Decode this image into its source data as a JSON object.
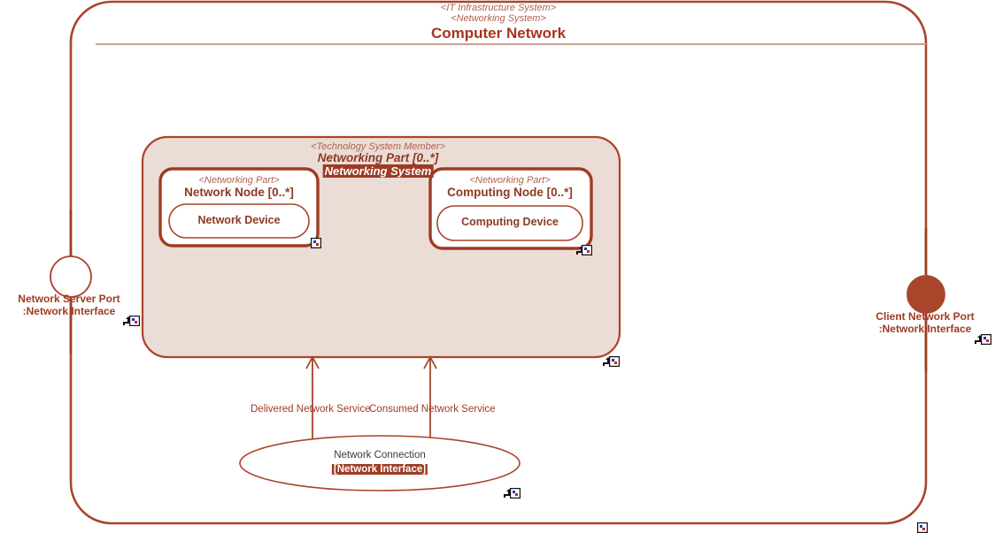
{
  "diagram": {
    "type": "sysml-internal-block-diagram",
    "palette": {
      "border_dark": "#9E3B22",
      "border_mid": "#A8452A",
      "fill_compartment": "#EBDCD6",
      "fill_white": "#FFFFFF",
      "text_red": "#9E3B22",
      "text_stereotype": "#B0634E",
      "highlight_bg": "#9E3B22",
      "highlight_fg": "#FFFFFF",
      "divider": "#C8A295",
      "ellipse_text": "#3B3B3B",
      "icon_blue": "#2233CC",
      "icon_red": "#CC2222",
      "icon_black": "#111111"
    }
  },
  "system": {
    "stereotype_1": "<IT Infrastructure System>",
    "stereotype_2": "<Networking System>",
    "title": "Computer Network"
  },
  "compartment": {
    "stereotype": "<Technology System Member>",
    "part_title": "Networking Part [0..*]",
    "part_name": "Networking System"
  },
  "blocks": [
    {
      "stereotype": "<Networking Part>",
      "title": "Network Node [0..*]",
      "inner": "Network Device"
    },
    {
      "stereotype": "<Networking Part>",
      "title": "Computing Node [0..*]",
      "inner": "Computing Device"
    }
  ],
  "ports": [
    {
      "name": "Network Server Port",
      "type": ":Network Interface",
      "style": "hollow-circle",
      "side": "left"
    },
    {
      "name": "Client Network Port",
      "type": ":Network Interface",
      "style": "filled-circle",
      "side": "right"
    }
  ],
  "connectors": [
    {
      "label": "Delivered Network Service"
    },
    {
      "label": "Consumed Network Service"
    }
  ],
  "connection_node": {
    "title": "Network Connection",
    "interface": "Network Interface",
    "bracket_open": "[",
    "bracket_close": "]"
  },
  "markers": {
    "square_icon": "nested-element-icon",
    "arrow_icon": "inherited-element-icon"
  }
}
